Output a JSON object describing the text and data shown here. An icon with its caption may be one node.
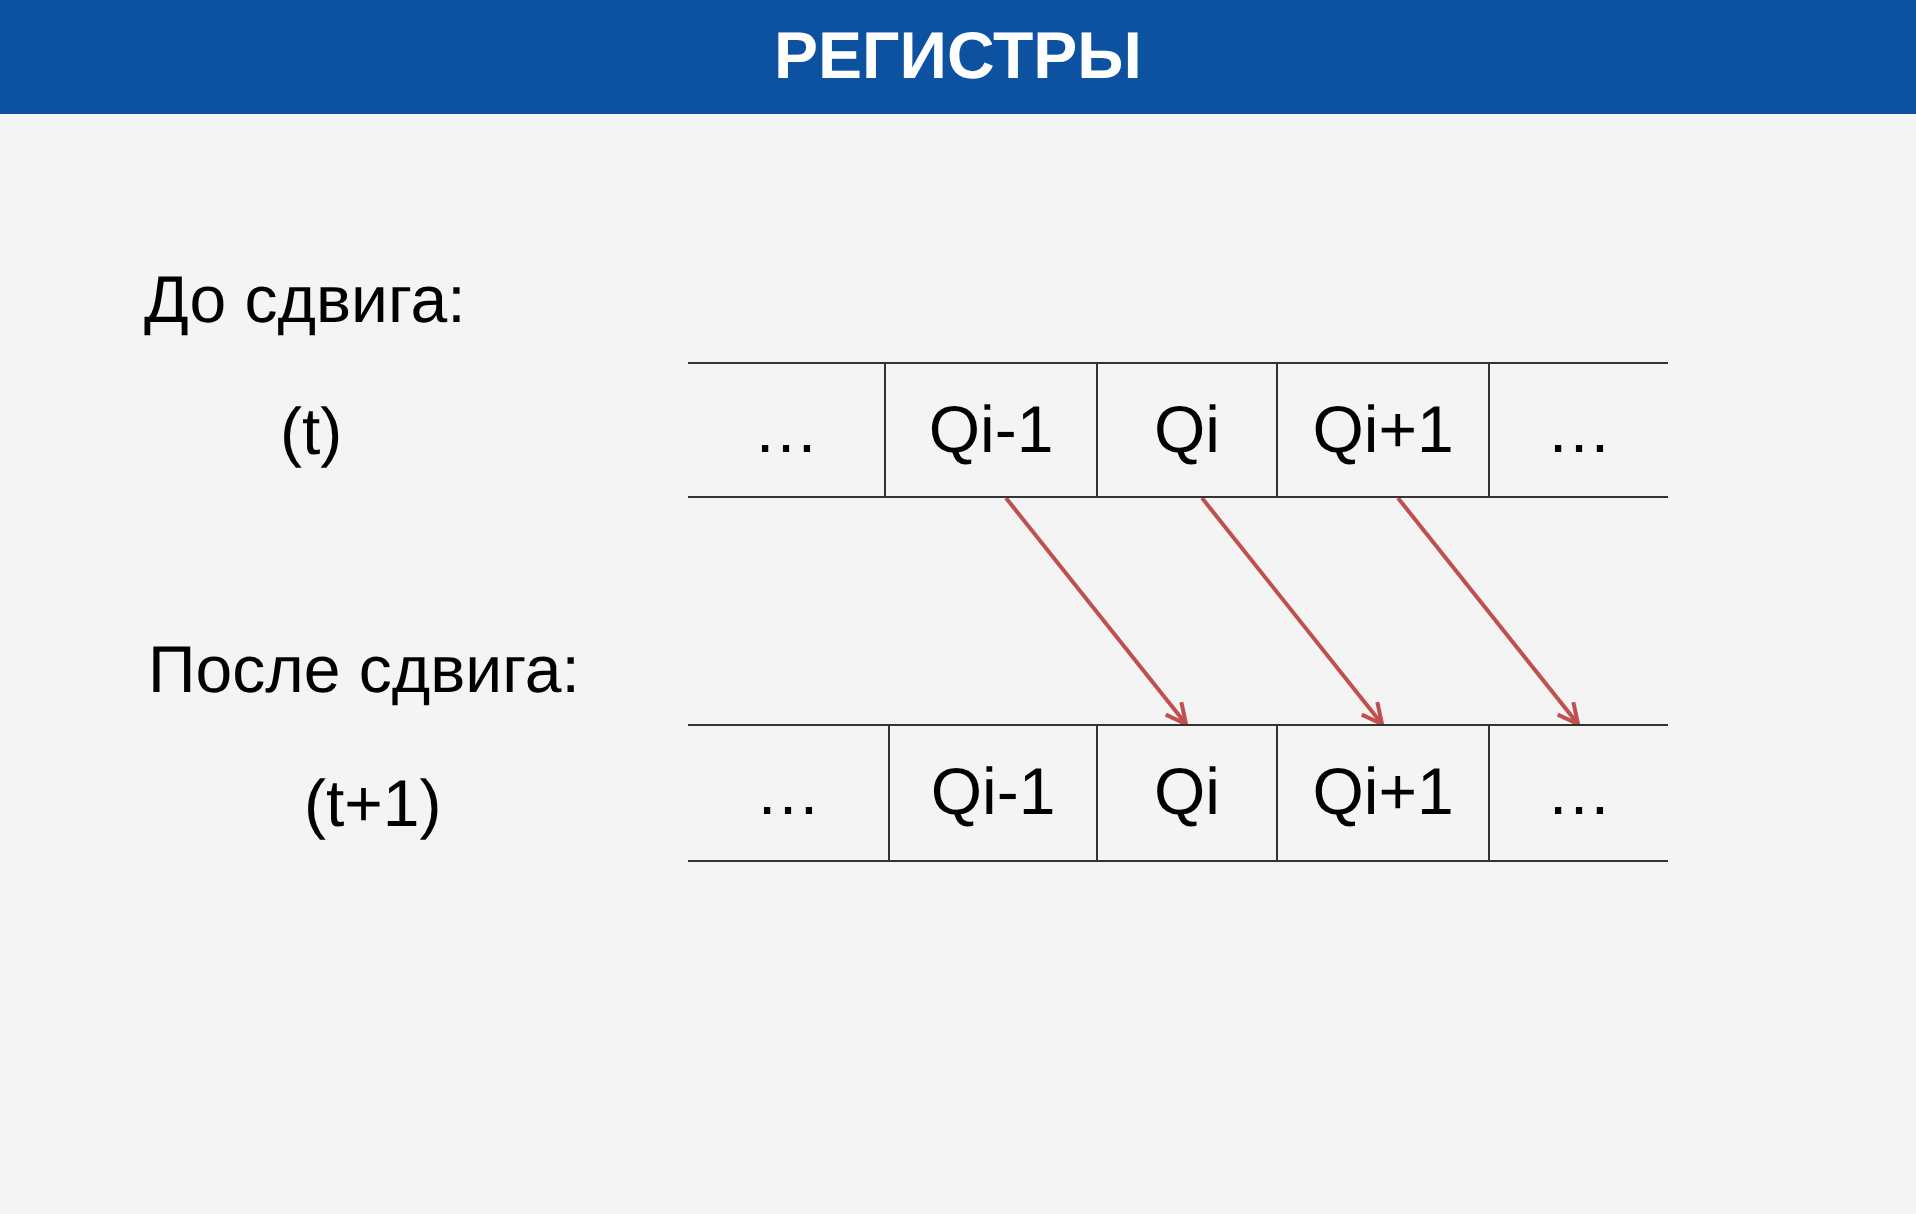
{
  "diagram": {
    "title": "РЕГИСТРЫ",
    "nodes": [
      {
        "text": [
          "…"
        ]
      },
      {
        "text": [
          "Qi-1"
        ]
      },
      {
        "text": [
          "Qi"
        ]
      },
      {
        "text": [
          "Qi+1"
        ]
      },
      {
        "text": [
          "…"
        ]
      },
      {
        "text": [
          "…"
        ]
      },
      {
        "text": [
          "Qi-1"
        ]
      },
      {
        "text": [
          "Qi"
        ]
      },
      {
        "text": [
          "Qi+1"
        ]
      },
      {
        "text": [
          "…"
        ]
      }
    ],
    "edges": [
      {
        "from": 1,
        "to": 7,
        "arrow": "to"
      },
      {
        "from": 2,
        "to": 8,
        "arrow": "to"
      },
      {
        "from": 3,
        "to": 9,
        "arrow": "to"
      }
    ],
    "labels": [
      "До сдвига:",
      "(t)",
      "После сдвига:",
      "(t+1)"
    ]
  }
}
